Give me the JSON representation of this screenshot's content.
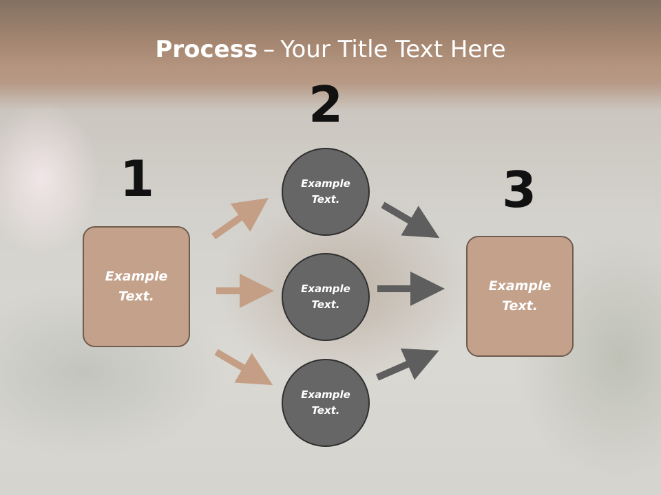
{
  "title": {
    "bold": "Process",
    "separator": "–",
    "rest": "Your Title Text Here"
  },
  "steps": {
    "one": "1",
    "two": "2",
    "three": "3"
  },
  "left_box": {
    "text": "Example Text."
  },
  "right_box": {
    "text": "Example Text."
  },
  "circles": [
    {
      "text": "Example Text."
    },
    {
      "text": "Example Text."
    },
    {
      "text": "Example Text."
    }
  ],
  "colors": {
    "box_fill": "#c4a18a",
    "circle_fill": "#666666",
    "arrow_light": "#c49f86",
    "arrow_dark": "#5e5e5e"
  }
}
